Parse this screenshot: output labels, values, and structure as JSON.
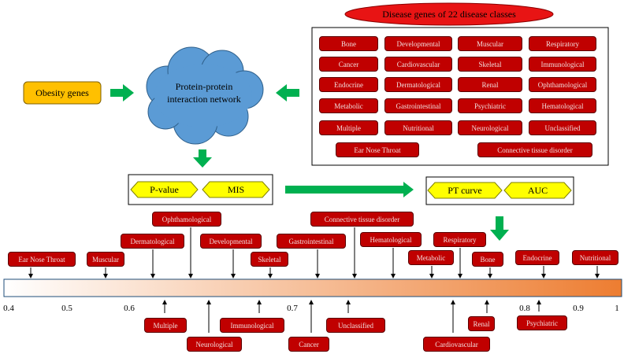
{
  "header": {
    "title": "Disease genes of 22 disease classes"
  },
  "obesity": {
    "label": "Obesity genes"
  },
  "ppi": {
    "label": "Protein-protein interaction network"
  },
  "disease_grid": {
    "rows": [
      [
        "Bone",
        "Developmental",
        "Muscular",
        "Respiratory"
      ],
      [
        "Cancer",
        "Cardiovascular",
        "Skeletal",
        "Immunological"
      ],
      [
        "Endocrine",
        "Dermatological",
        "Renal",
        "Ophthamological"
      ],
      [
        "Metabolic",
        "Gastrointestinal",
        "Psychiatric",
        "Hematological"
      ],
      [
        "Multiple",
        "Nutritional",
        "Neurological",
        "Unclassified"
      ]
    ],
    "extra": [
      "Ear Nose Throat",
      "Connective tissue disorder"
    ]
  },
  "metrics_left": [
    "P-value",
    "MIS"
  ],
  "metrics_right": [
    "PT curve",
    "AUC"
  ],
  "scale": {
    "ticks": [
      "0.4",
      "0.5",
      "0.6",
      "0.7",
      "0.8",
      "0.9",
      "1"
    ],
    "gradient_start": "#ffffff",
    "gradient_end": "#ed7d31"
  },
  "colors": {
    "disease_box": "#c00000",
    "arrow": "#00b050",
    "obesity_fill": "#ffc000",
    "hex_fill": "#ffff00",
    "cloud_fill": "#5b9bd5"
  },
  "above_labels": [
    "Ear Nose Throat",
    "Muscular",
    "Dermatological",
    "Ophthamological",
    "Developmental",
    "Skeletal",
    "Gastrointestinal",
    "Connective tissue disorder",
    "Hematological",
    "Metabolic",
    "Respiratory",
    "Bone",
    "Endocrine",
    "Nutritional"
  ],
  "below_labels": [
    "Multiple",
    "Neurological",
    "Immunological",
    "Cancer",
    "Unclassified",
    "Cardiovascular",
    "Renal",
    "Psychiatric"
  ]
}
